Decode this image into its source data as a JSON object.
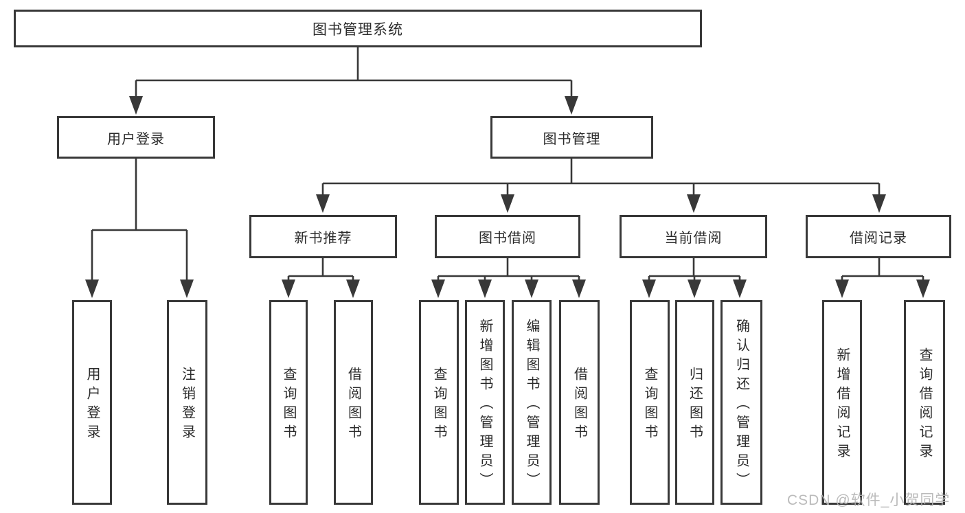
{
  "colors": {
    "line": "#383838",
    "text": "#2b2b2b",
    "background": "#ffffff",
    "watermark": "#b4b4b4"
  },
  "watermark": "CSDN @软件_小贺同学",
  "nodes": {
    "root": "图书管理系统",
    "login": "用户登录",
    "mgmt": "图书管理",
    "login_children": [
      "用户登录",
      "注销登录"
    ],
    "rec": "新书推荐",
    "borrow": "图书借阅",
    "current": "当前借阅",
    "record": "借阅记录",
    "rec_children": [
      "查询图书",
      "借阅图书"
    ],
    "borrow_children": [
      "查询图书",
      "新增图书（管理员）",
      "编辑图书（管理员）",
      "借阅图书"
    ],
    "current_children": [
      "查询图书",
      "归还图书",
      "确认归还（管理员）"
    ],
    "record_children": [
      "新增借阅记录",
      "查询借阅记录"
    ]
  }
}
